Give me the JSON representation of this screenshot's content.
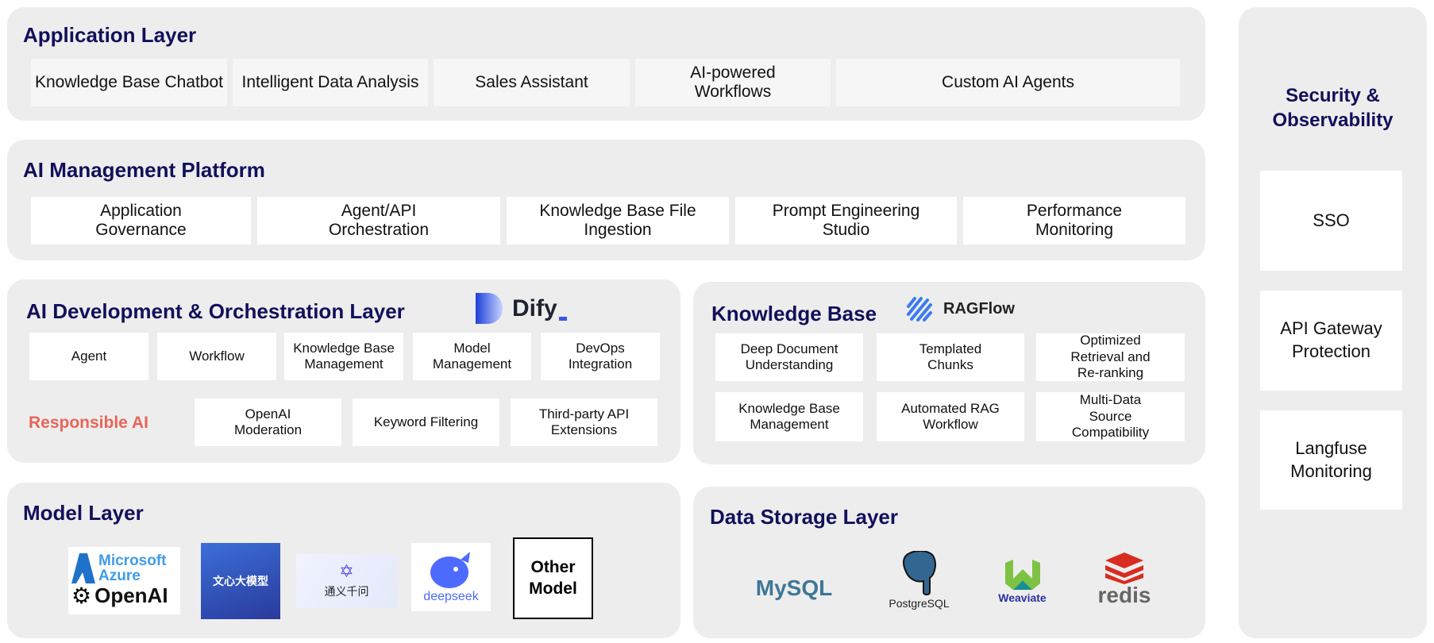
{
  "application_layer": {
    "title": "Application Layer",
    "items": [
      "Knowledge Base Chatbot",
      "Intelligent Data Analysis",
      "Sales Assistant",
      "AI-powered Workflows",
      "Custom AI Agents"
    ]
  },
  "management_platform": {
    "title": "AI Management Platform",
    "items": [
      "Application Governance",
      "Agent/API Orchestration",
      "Knowledge Base File Ingestion",
      "Prompt Engineering Studio",
      "Performance Monitoring"
    ]
  },
  "dev_layer": {
    "title": "AI Development & Orchestration Layer",
    "logo": "Dify",
    "items": [
      "Agent",
      "Workflow",
      "Knowledge Base Management",
      "Model Management",
      "DevOps Integration"
    ],
    "responsible_label": "Responsible AI",
    "responsible_items": [
      "OpenAI Moderation",
      "Keyword Filtering",
      "Third-party API Extensions"
    ]
  },
  "knowledge_base": {
    "title": "Knowledge Base",
    "logo": "RAGFlow",
    "items": [
      "Deep Document Understanding",
      "Templated Chunks",
      "Optimized Retrieval and Re-ranking",
      "Knowledge Base Management",
      "Automated RAG Workflow",
      "Multi-Data Source Compatibility"
    ]
  },
  "model_layer": {
    "title": "Model Layer",
    "models": [
      "Microsoft Azure",
      "OpenAI",
      "文心大模型",
      "通义千问",
      "deepseek",
      "Other Model"
    ]
  },
  "data_storage": {
    "title": "Data Storage Layer",
    "stores": [
      "MySQL",
      "PostgreSQL",
      "Weaviate",
      "redis"
    ]
  },
  "security": {
    "title": "Security & Observability",
    "items": [
      "SSO",
      "API Gateway Protection",
      "Langfuse Monitoring"
    ]
  },
  "colors": {
    "panel": "#ededed",
    "title": "#12105a",
    "responsible": "#e8655a"
  }
}
